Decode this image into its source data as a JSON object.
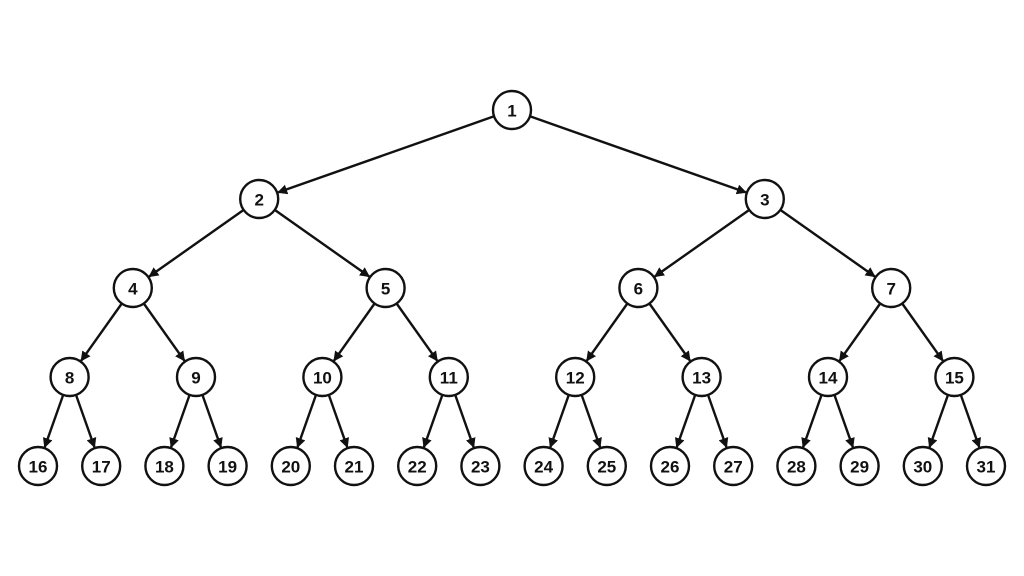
{
  "diagram": {
    "type": "binary-tree",
    "levels": [
      [
        "1"
      ],
      [
        "2",
        "3"
      ],
      [
        "4",
        "5",
        "6",
        "7"
      ],
      [
        "8",
        "9",
        "10",
        "11",
        "12",
        "13",
        "14",
        "15"
      ],
      [
        "16",
        "17",
        "18",
        "19",
        "20",
        "21",
        "22",
        "23",
        "24",
        "25",
        "26",
        "27",
        "28",
        "29",
        "30",
        "31"
      ]
    ],
    "edges": [
      [
        "1",
        "2"
      ],
      [
        "1",
        "3"
      ],
      [
        "2",
        "4"
      ],
      [
        "2",
        "5"
      ],
      [
        "3",
        "6"
      ],
      [
        "3",
        "7"
      ],
      [
        "4",
        "8"
      ],
      [
        "4",
        "9"
      ],
      [
        "5",
        "10"
      ],
      [
        "5",
        "11"
      ],
      [
        "6",
        "12"
      ],
      [
        "6",
        "13"
      ],
      [
        "7",
        "14"
      ],
      [
        "7",
        "15"
      ],
      [
        "8",
        "16"
      ],
      [
        "8",
        "17"
      ],
      [
        "9",
        "18"
      ],
      [
        "9",
        "19"
      ],
      [
        "10",
        "20"
      ],
      [
        "10",
        "21"
      ],
      [
        "11",
        "22"
      ],
      [
        "11",
        "23"
      ],
      [
        "12",
        "24"
      ],
      [
        "12",
        "25"
      ],
      [
        "13",
        "26"
      ],
      [
        "13",
        "27"
      ],
      [
        "14",
        "28"
      ],
      [
        "14",
        "29"
      ],
      [
        "15",
        "30"
      ],
      [
        "15",
        "31"
      ]
    ],
    "colors": {
      "stroke": "#111111",
      "node_fill": "#ffffff",
      "background": "#ffffff"
    }
  }
}
